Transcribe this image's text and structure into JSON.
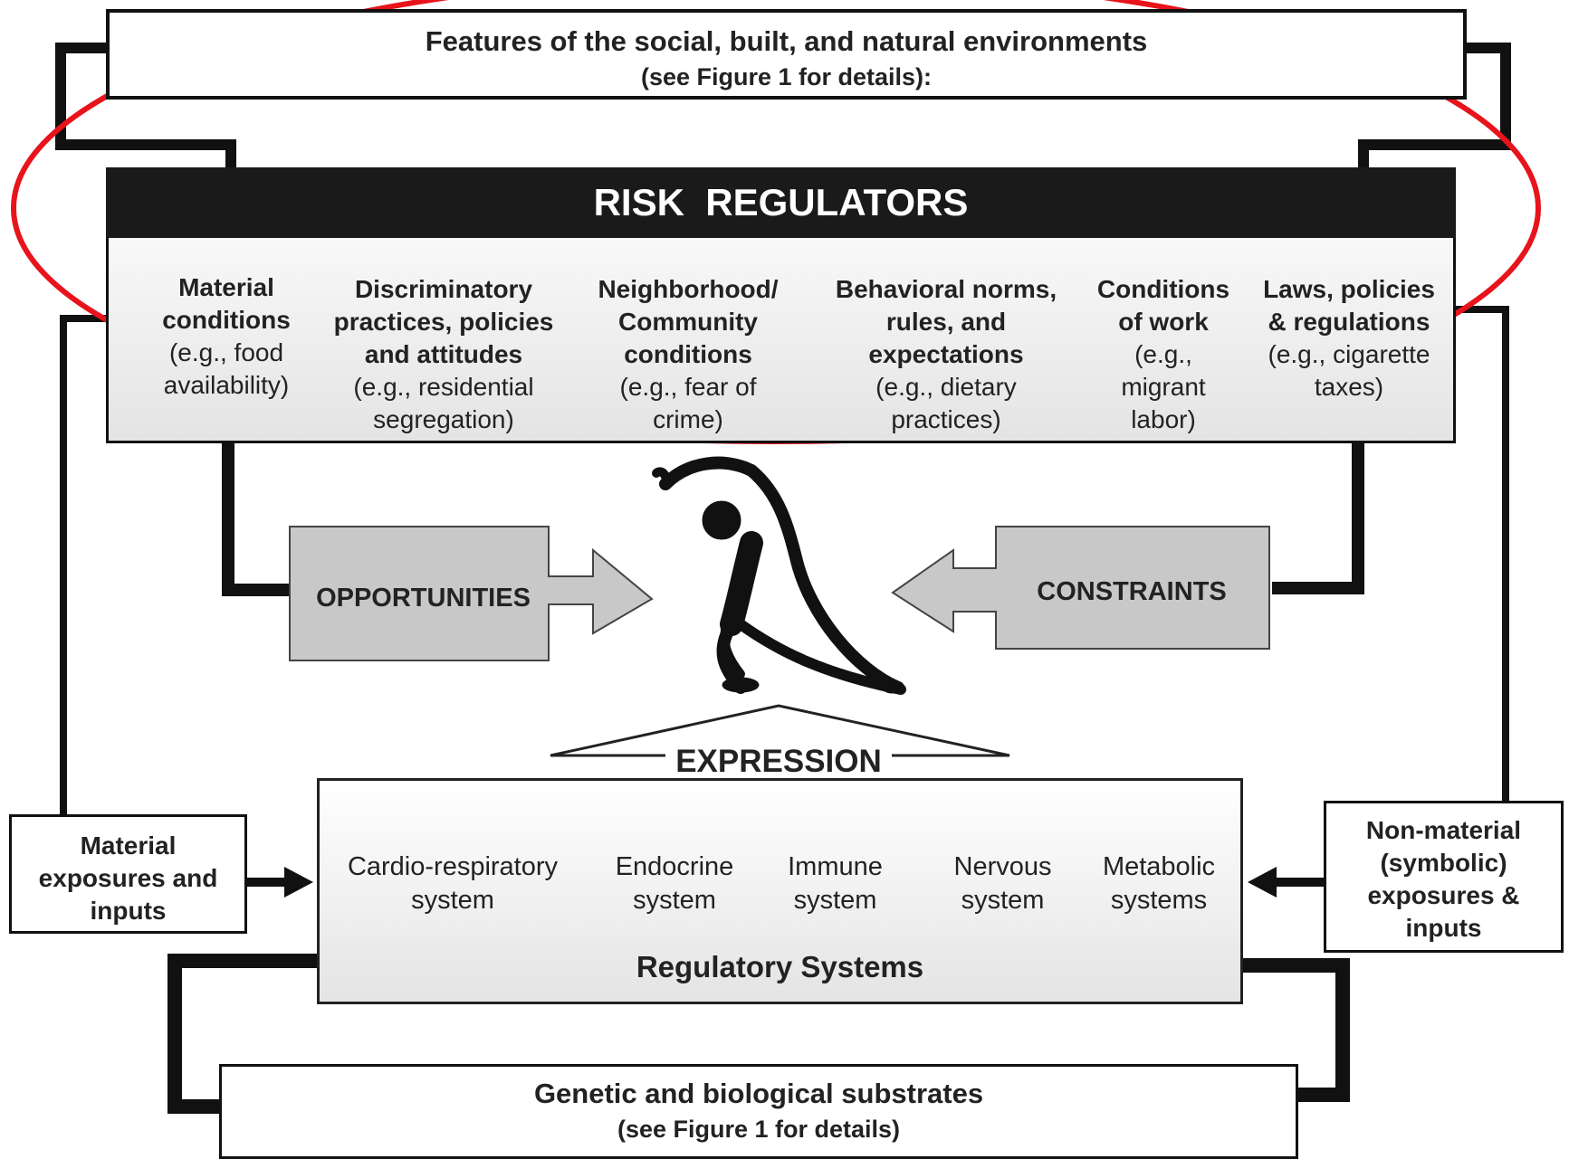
{
  "top_box": {
    "title": "Features of the social, built, and natural environments",
    "subtitle": "(see Figure 1 for details):"
  },
  "risk_regulators": {
    "header": "RISK  REGULATORS",
    "columns": [
      {
        "title1": "Material",
        "title2": "conditions",
        "ex1": "(e.g., food",
        "ex2": "availability)"
      },
      {
        "title1": "Discriminatory",
        "title2": "practices, policies",
        "title3": "and attitudes",
        "ex1": "(e.g., residential",
        "ex2": "segregation)"
      },
      {
        "title1": "Neighborhood/",
        "title2": "Community",
        "title3": "conditions",
        "ex1": "(e.g., fear of",
        "ex2": "crime)"
      },
      {
        "title1": "Behavioral norms,",
        "title2": "rules, and",
        "title3": "expectations",
        "ex1": "(e.g., dietary",
        "ex2": "practices)"
      },
      {
        "title1": "Conditions",
        "title2": "of work",
        "ex1": "(e.g.,",
        "ex2": "migrant",
        "ex3": "labor)"
      },
      {
        "title1": "Laws, policies",
        "title2": "& regulations",
        "ex1": "(e.g., cigarette",
        "ex2": "taxes)"
      }
    ]
  },
  "opportunities": "OPPORTUNITIES",
  "constraints": "CONSTRAINTS",
  "expression": "EXPRESSION",
  "regulatory": {
    "systems": [
      {
        "l1": "Cardio-respiratory",
        "l2": "system"
      },
      {
        "l1": "Endocrine",
        "l2": "system"
      },
      {
        "l1": "Immune",
        "l2": "system"
      },
      {
        "l1": "Nervous",
        "l2": "system"
      },
      {
        "l1": "Metabolic",
        "l2": "systems"
      }
    ],
    "title": "Regulatory Systems"
  },
  "material_exposures": {
    "l1": "Material",
    "l2": "exposures and",
    "l3": "inputs"
  },
  "nonmaterial_exposures": {
    "l1": "Non-material",
    "l2": "(symbolic)",
    "l3": "exposures &",
    "l4": "inputs"
  },
  "genetic": {
    "title": "Genetic and biological substrates",
    "subtitle": "(see Figure 1 for details)"
  },
  "colors": {
    "highlight_ellipse": "#e8141c",
    "header_bg": "#1a1a1a",
    "gray_box": "#c8c8c8"
  }
}
